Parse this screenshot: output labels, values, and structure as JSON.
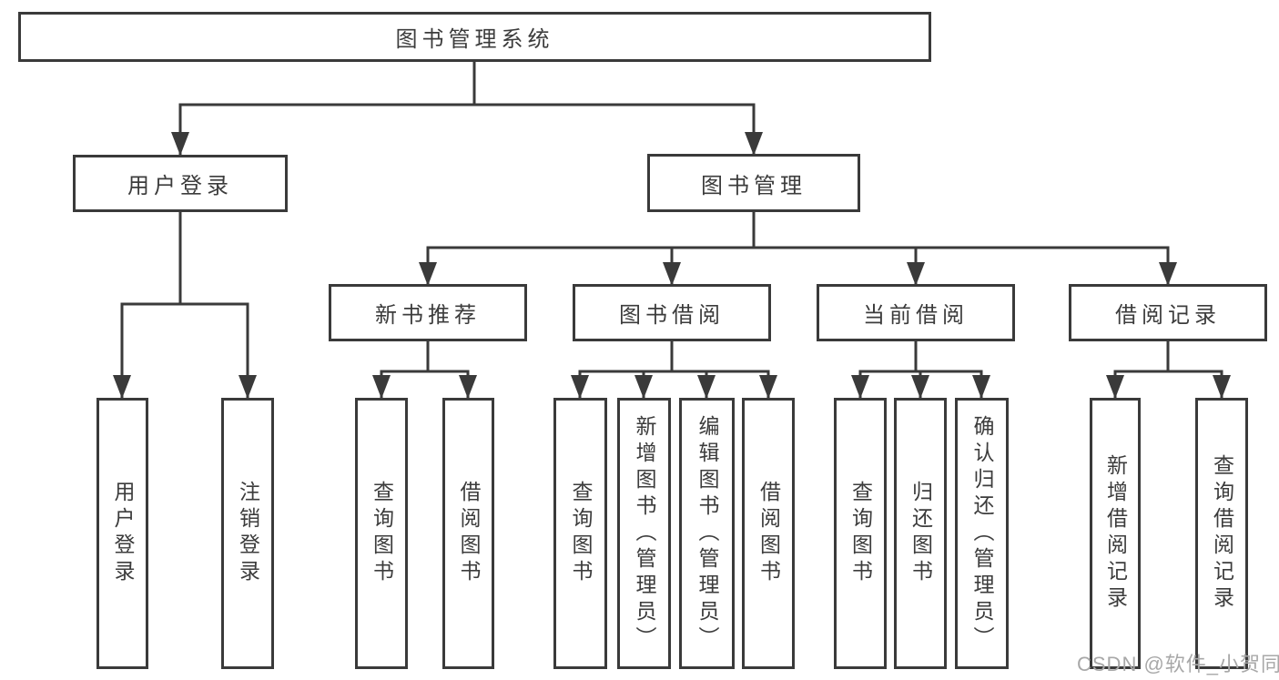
{
  "diagram": {
    "title": "图书管理系统",
    "user_login": {
      "label": "用户登录",
      "children": [
        {
          "label": "用户登录"
        },
        {
          "label": "注销登录"
        }
      ]
    },
    "book_management": {
      "label": "图书管理",
      "modules": [
        {
          "label": "新书推荐",
          "children": [
            {
              "label": "查询图书"
            },
            {
              "label": "借阅图书"
            }
          ]
        },
        {
          "label": "图书借阅",
          "children": [
            {
              "label": "查询图书"
            },
            {
              "label": "新增图书（管理员）"
            },
            {
              "label": "编辑图书（管理员）"
            },
            {
              "label": "借阅图书"
            }
          ]
        },
        {
          "label": "当前借阅",
          "children": [
            {
              "label": "查询图书"
            },
            {
              "label": "归还图书"
            },
            {
              "label": "确认归还（管理员）"
            }
          ]
        },
        {
          "label": "借阅记录",
          "children": [
            {
              "label": "新增借阅记录"
            },
            {
              "label": "查询借阅记录"
            }
          ]
        }
      ]
    }
  },
  "watermark": {
    "text": "CSDN @软件_小贺同学"
  },
  "colors": {
    "line": "#3a3a3a",
    "text": "#3c3c3c",
    "watermark": "#a8a8a8",
    "box_bg": "#ffffff"
  }
}
